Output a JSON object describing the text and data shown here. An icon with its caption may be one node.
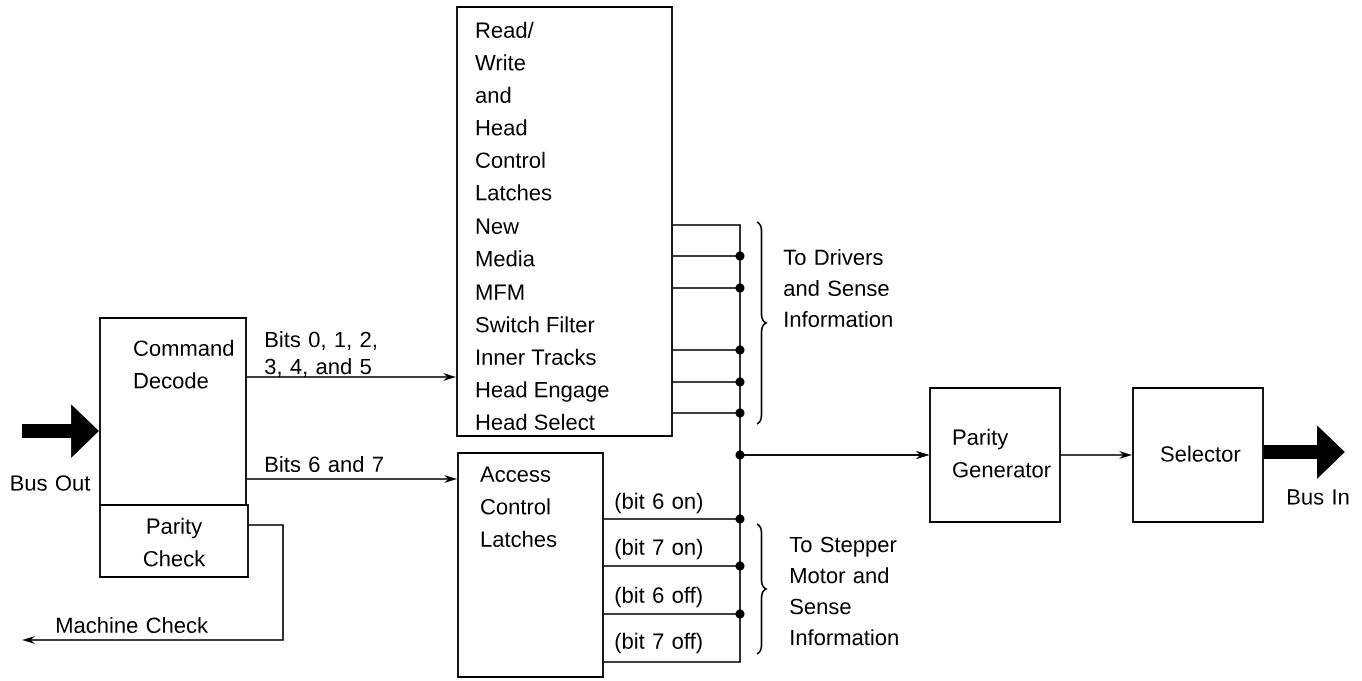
{
  "diagram": {
    "nodes": [
      {
        "text": [
          "Command Decode"
        ]
      },
      {
        "text": [
          "Parity Check"
        ]
      },
      {
        "text": [
          "Read/ Write and Head Control Latches",
          "New Media",
          "MFM",
          "Switch Filter",
          "Inner Tracks",
          "Head Engage",
          "Head Select"
        ]
      },
      {
        "text": [
          "Access Control Latches"
        ]
      },
      {
        "text": [
          "Parity Generator"
        ]
      },
      {
        "text": [
          "Selector"
        ]
      }
    ],
    "edges": [
      {
        "from": null,
        "to": 0,
        "arrow": "to",
        "style": "thick",
        "label": "Bus Out"
      },
      {
        "from": 0,
        "to": 2,
        "arrow": "to",
        "label": "Bits 0, 1, 2, 3, 4, and 5"
      },
      {
        "from": 0,
        "to": 3,
        "arrow": "to",
        "label": "Bits 6 and 7"
      },
      {
        "from": 1,
        "to": null,
        "arrow": "to",
        "label": "Machine Check"
      },
      {
        "from": 2,
        "to": 4,
        "arrow": "to"
      },
      {
        "from": 3,
        "to": 4,
        "arrow": "to"
      },
      {
        "from": 4,
        "to": 5,
        "arrow": "to"
      },
      {
        "from": 5,
        "to": null,
        "arrow": "to",
        "style": "thick",
        "label": "Bus In"
      }
    ],
    "labels": [
      "To Drivers and Sense Information",
      "(bit 6 on)",
      "(bit 7 on)",
      "(bit 6 off)",
      "(bit 7 off)",
      "To Stepper Motor and Sense Information"
    ]
  }
}
